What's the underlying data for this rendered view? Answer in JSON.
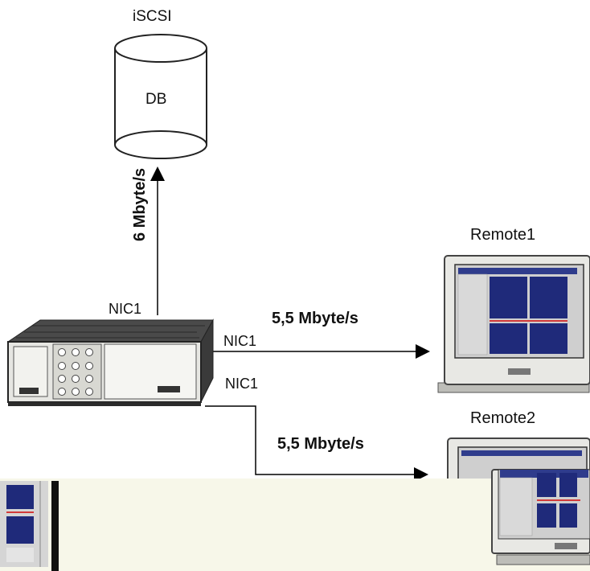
{
  "database": {
    "label": "iSCSI",
    "inner_label": "DB"
  },
  "uplink": {
    "rate": "6 Mbyte/s",
    "nic": "NIC1"
  },
  "link_remote1": {
    "rate": "5,5 Mbyte/s",
    "nic": "NIC1"
  },
  "link_remote2": {
    "rate": "5,5 Mbyte/s",
    "nic": "NIC1"
  },
  "remote1": {
    "label": "Remote1"
  },
  "remote2": {
    "label": "Remote2"
  },
  "colors": {
    "screen": "#1f2a7a",
    "bezel": "#e8e8e4",
    "server": "#e6e6e2",
    "panel": "#f7f7e9",
    "split": "#d23a3a"
  }
}
